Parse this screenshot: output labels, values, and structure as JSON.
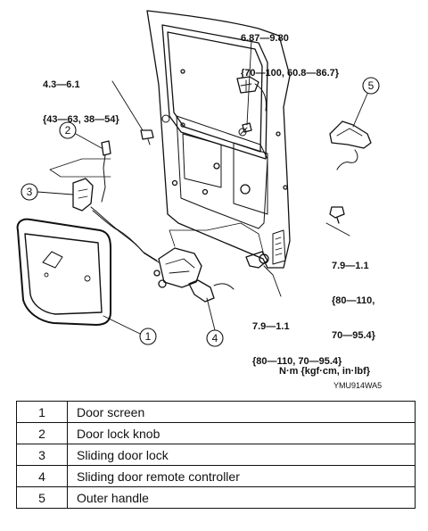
{
  "torque_labels": {
    "top_right": {
      "line1": "6.87—9.80",
      "line2": "{70—100, 60.8—86.7}"
    },
    "top_left": {
      "line1": "4.3—6.1",
      "line2": "{43—63, 38—54}"
    },
    "right": {
      "line1": "7.9—1.1",
      "line2": "{80—110,",
      "line3": "70—95.4}"
    },
    "bottom": {
      "line1": "7.9—1.1",
      "line2": "{80—110, 70—95.4}"
    }
  },
  "callouts": [
    "1",
    "2",
    "3",
    "4",
    "5"
  ],
  "unit_note": "N·m {kgf·cm, in·lbf}",
  "figure_code": "YMU914WA5",
  "legend": [
    {
      "num": "1",
      "name": "Door screen"
    },
    {
      "num": "2",
      "name": "Door lock knob"
    },
    {
      "num": "3",
      "name": "Sliding door lock"
    },
    {
      "num": "4",
      "name": "Sliding door remote controller"
    },
    {
      "num": "5",
      "name": "Outer handle"
    }
  ]
}
